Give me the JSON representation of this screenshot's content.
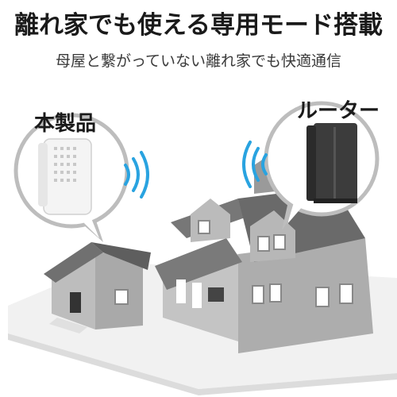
{
  "headline": "離れ家でも使える専用モード搭載",
  "subheadline": "母屋と繋がっていない離れ家でも快適通信",
  "labels": {
    "product": "本製品",
    "router": "ルーター"
  },
  "icons": {
    "product": "wifi-extender-icon",
    "router": "router-icon",
    "signal": "wifi-signal-icon"
  },
  "colors": {
    "wifi": "#29a3e0",
    "house_roof": "#6e6e6e",
    "house_wall": "#b5b5b5",
    "ground": "#efefef",
    "router_body": "#3c3c3c"
  }
}
